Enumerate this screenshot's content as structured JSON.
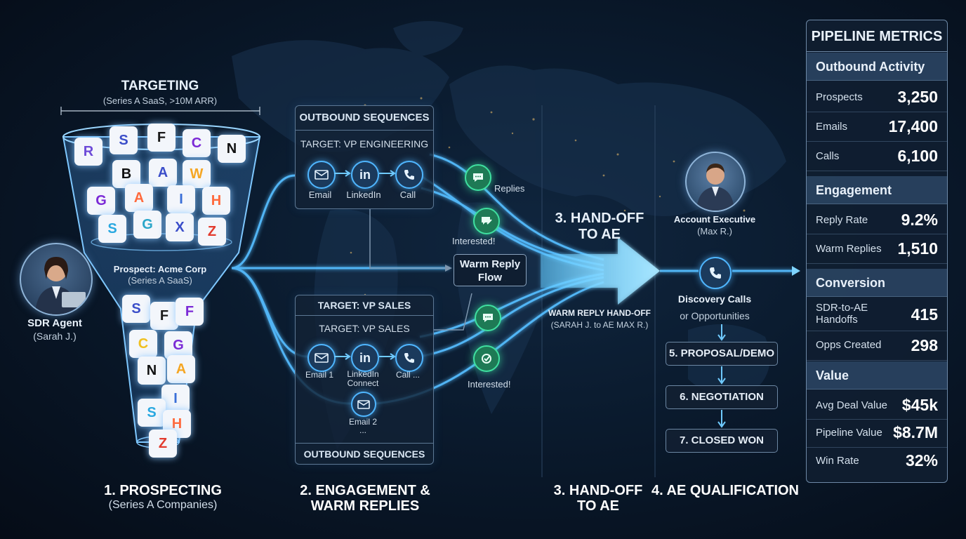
{
  "stages": {
    "prospecting": {
      "title": "1. PROSPECTING",
      "subtitle": "(Series A Companies)"
    },
    "engagement": {
      "title": "2. ENGAGEMENT &",
      "title2": "WARM REPLIES"
    },
    "handoff": {
      "title": "3. HAND-OFF",
      "title2": "TO AE"
    },
    "qualification": {
      "title": "4. AE QUALIFICATION"
    }
  },
  "targeting": {
    "title": "TARGETING",
    "subtitle": "(Series A SaaS, >10M ARR)"
  },
  "sdr": {
    "name": "SDR Agent",
    "person": "(Sarah J.)"
  },
  "prospect": {
    "name": "Prospect: Acme Corp",
    "type": "(Series A SaaS)"
  },
  "seq_top": {
    "header": "OUTBOUND SEQUENCES",
    "target": "TARGET: VP ENGINEERING",
    "email": "Email",
    "linkedin": "LinkedIn",
    "call": "Call"
  },
  "seq_bottom": {
    "header": "TARGET: VP SALES",
    "target": "TARGET: VP SALES",
    "email1": "Email 1",
    "linkedin": "LinkedIn",
    "linkedin2": "Connect",
    "call": "Call ...",
    "email2": "Email 2",
    "ellipsis": "...",
    "footer": "OUTBOUND SEQUENCES"
  },
  "replies": {
    "replies": "Replies",
    "interested_top": "Interested!",
    "interested_bottom": "Interested!"
  },
  "warm_flow": {
    "line1": "Warm Reply",
    "line2": "Flow"
  },
  "handoff_arrow": {
    "title": "3. HAND-OFF",
    "title2": "TO AE",
    "label": "WARM REPLY HAND-OFF",
    "sub": "(SARAH J. to AE MAX R.)"
  },
  "ae": {
    "role": "Account Executive",
    "name": "(Max R.)",
    "calls": "Discovery Calls",
    "opps": "or Opportunities"
  },
  "ae_stages": [
    "5. PROPOSAL/DEMO",
    "6. NEGOTIATION",
    "7. CLOSED WON"
  ],
  "logos_top": [
    "R",
    "S",
    "F",
    "C",
    "N",
    "B",
    "A",
    "W",
    "G",
    "A",
    "I",
    "H",
    "S",
    "G",
    "X",
    "Z"
  ],
  "logos_bottom": [
    "S",
    "F",
    "F",
    "C",
    "G",
    "N",
    "A",
    "I",
    "S",
    "H",
    "Z"
  ],
  "metrics": {
    "title": "PIPELINE METRICS",
    "sections": [
      {
        "name": "Outbound Activity",
        "rows": [
          {
            "label": "Prospects",
            "value": "3,250"
          },
          {
            "label": "Emails",
            "value": "17,400"
          },
          {
            "label": "Calls",
            "value": "6,100"
          }
        ]
      },
      {
        "name": "Engagement",
        "rows": [
          {
            "label": "Reply Rate",
            "value": "9.2%"
          },
          {
            "label": "Warm Replies",
            "value": "1,510"
          }
        ]
      },
      {
        "name": "Conversion",
        "rows": [
          {
            "label": "SDR-to-AE",
            "label2": "Handoffs",
            "value": "415"
          },
          {
            "label": "Opps Created",
            "value": "298"
          }
        ]
      },
      {
        "name": "Value",
        "rows": [
          {
            "label": "Avg Deal Value",
            "value": "$45k"
          },
          {
            "label": "Pipeline Value",
            "value": "$8.7M"
          },
          {
            "label": "Win Rate",
            "value": "32%"
          }
        ]
      }
    ]
  },
  "colors": {
    "accent": "#4fb6ff",
    "green": "#3fe0a0",
    "panel": "#122236",
    "bg": "#06101c"
  }
}
